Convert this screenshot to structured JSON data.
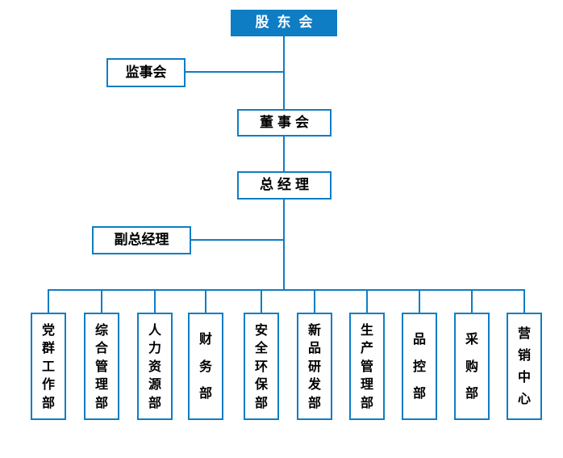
{
  "accent_color": "#0e7dc4",
  "text_color": "#000000",
  "root_text_color": "#ffffff",
  "chart_data": {
    "type": "org-chart",
    "root": "股东会",
    "levels": [
      {
        "name": "shareholders",
        "label": "股东会"
      },
      {
        "name": "supervisory-board",
        "label": "监事会",
        "reports_to": "股东会"
      },
      {
        "name": "board-of-directors",
        "label": "董事会",
        "reports_to": "股东会"
      },
      {
        "name": "general-manager",
        "label": "总经理",
        "reports_to": "董事会"
      },
      {
        "name": "deputy-general-manager",
        "label": "副总经理",
        "reports_to": "总经理"
      }
    ]
  },
  "nodes": {
    "shareholders": "股东会",
    "supervisory": "监事会",
    "board": "董事会",
    "general_manager": "总经理",
    "deputy_general_manager": "副总经理"
  },
  "departments": [
    "党群工作部",
    "综合管理部",
    "人力资源部",
    "财务部",
    "安全环保部",
    "新品研发部",
    "生产管理部",
    "品控部",
    "采购部",
    "营销中心"
  ]
}
